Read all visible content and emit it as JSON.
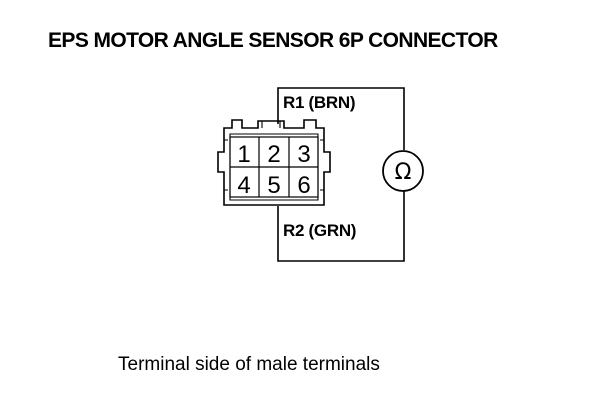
{
  "title": "EPS MOTOR ANGLE SENSOR 6P CONNECTOR",
  "connector": {
    "top_row": [
      "1",
      "2",
      "3"
    ],
    "bottom_row": [
      "4",
      "5",
      "6"
    ]
  },
  "wires": {
    "r1_label": "R1 (BRN)",
    "r2_label": "R2 (GRN)"
  },
  "meter": {
    "symbol": "Ω",
    "icon": "ohmmeter-icon"
  },
  "caption": "Terminal side of male terminals",
  "colors": {
    "ink": "#000000",
    "background": "#ffffff"
  }
}
